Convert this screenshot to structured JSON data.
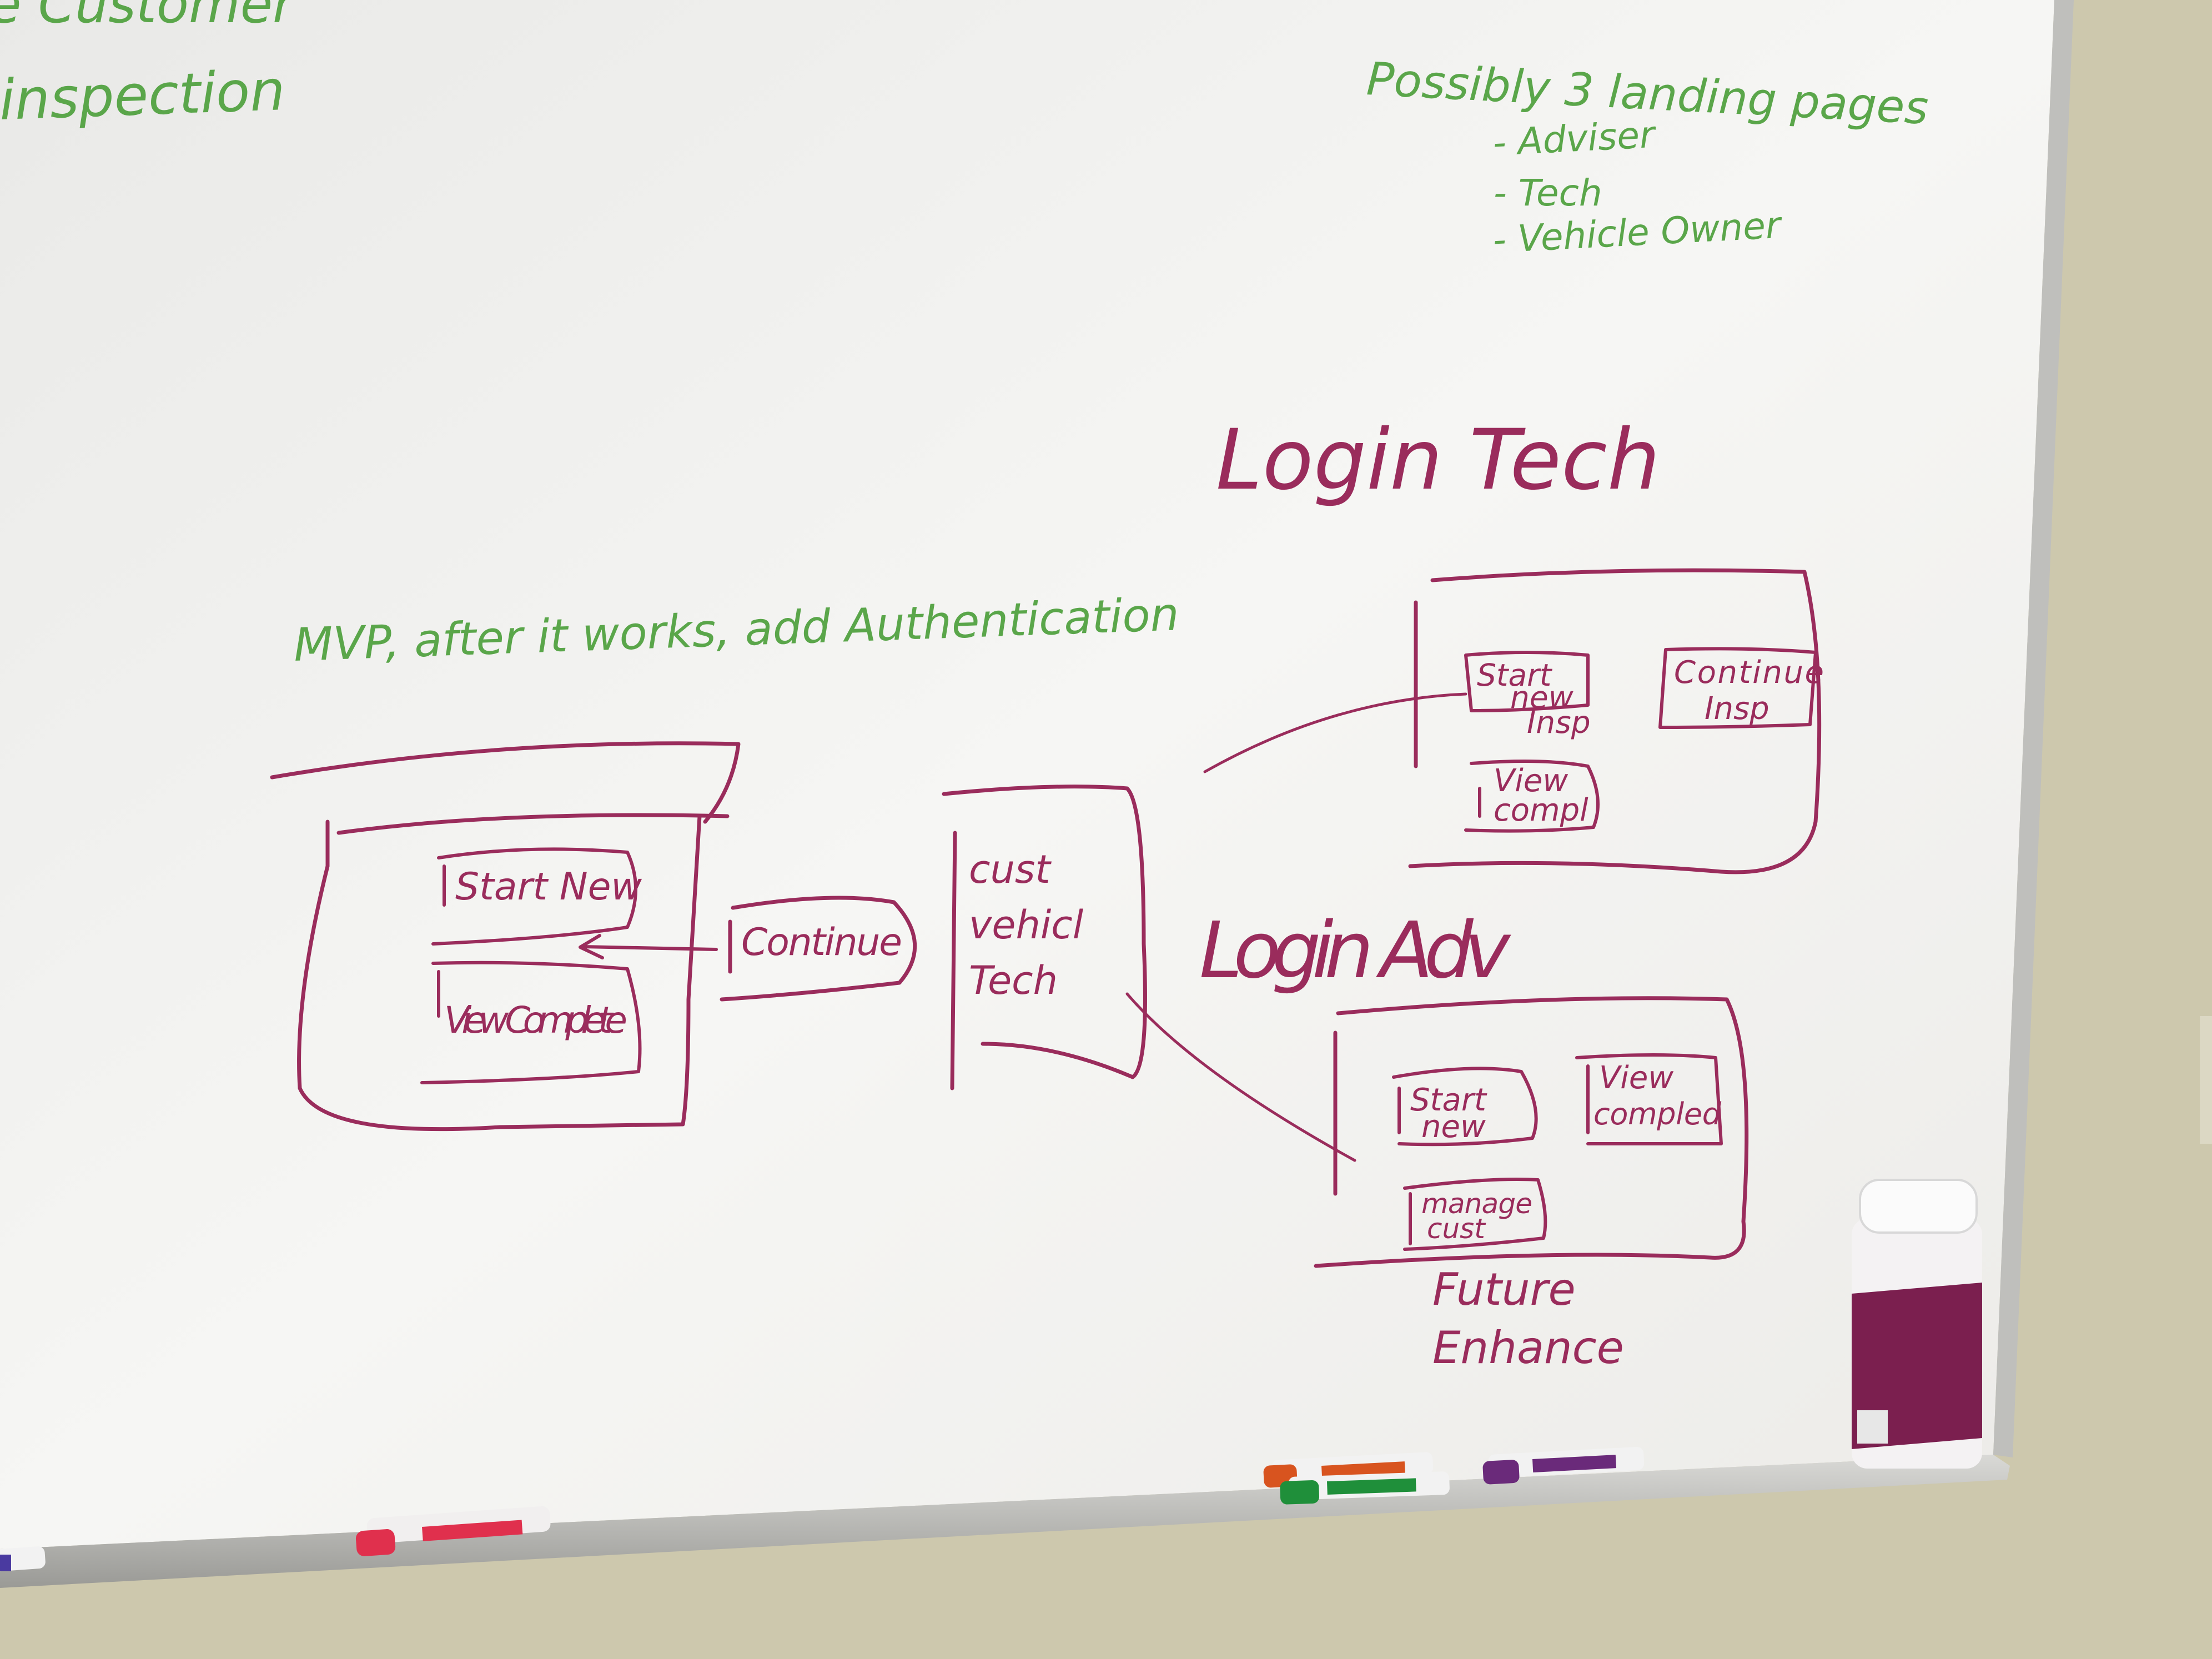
{
  "colors": {
    "wall": "#c7c2a8",
    "board": "#f1f1ef",
    "green_ink": "#5aa64a",
    "maroon_ink": "#9a2c5c"
  },
  "notes": {
    "top_left_1": "e Customer",
    "top_left_2": "inspection",
    "landing_title": "Possibly 3 landing pages",
    "landing_items": [
      "- Adviser",
      "- Tech",
      "- Vehicle Owner"
    ],
    "mvp": "MVP, after it works, add Authentication"
  },
  "diagram": {
    "left_screen": {
      "btn1": "Start New",
      "btn2": "View Complete"
    },
    "continue_button": "Continue",
    "selector": [
      "cust",
      "vehicl",
      "Tech"
    ],
    "login_tech": {
      "title": "Login Tech",
      "btn_start": [
        "Start",
        "new",
        "Insp"
      ],
      "btn_continue": [
        "Continue",
        "Insp"
      ],
      "btn_view": [
        "View",
        "compl"
      ]
    },
    "login_adv": {
      "title": "Login Adv",
      "btn_start": [
        "Start",
        "new"
      ],
      "btn_view": [
        "View",
        "compled"
      ],
      "btn_manage": [
        "manage",
        "cust"
      ],
      "future": [
        "Future",
        "Enhance"
      ]
    }
  }
}
